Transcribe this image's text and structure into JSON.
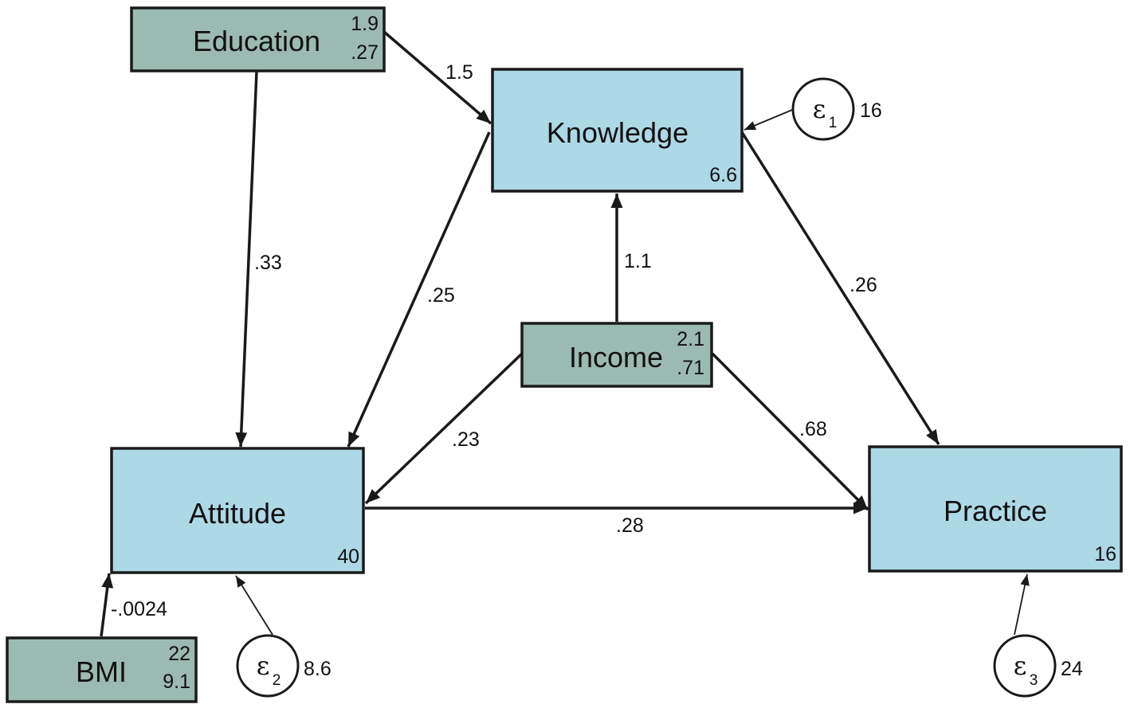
{
  "colors": {
    "endogenous_fill": "#add8e6",
    "exogenous_fill": "#9bbab2",
    "stroke": "#1a1a1a"
  },
  "nodes": {
    "education": {
      "label": "Education",
      "mean": "1.9",
      "variance": ".27"
    },
    "income": {
      "label": "Income",
      "mean": "2.1",
      "variance": ".71"
    },
    "bmi": {
      "label": "BMI",
      "mean": "22",
      "variance": "9.1"
    },
    "knowledge": {
      "label": "Knowledge",
      "intercept": "6.6"
    },
    "attitude": {
      "label": "Attitude",
      "intercept": "40"
    },
    "practice": {
      "label": "Practice",
      "intercept": "16"
    }
  },
  "errors": {
    "e1": {
      "symbol": "ε",
      "index": "1",
      "variance": "16"
    },
    "e2": {
      "symbol": "ε",
      "index": "2",
      "variance": "8.6"
    },
    "e3": {
      "symbol": "ε",
      "index": "3",
      "variance": "24"
    }
  },
  "paths": {
    "education_knowledge": "1.5",
    "education_attitude": ".33",
    "knowledge_attitude": ".25",
    "income_knowledge": "1.1",
    "income_attitude": ".23",
    "income_practice": ".68",
    "knowledge_practice": ".26",
    "attitude_practice": ".28",
    "bmi_attitude": "-.0024"
  }
}
